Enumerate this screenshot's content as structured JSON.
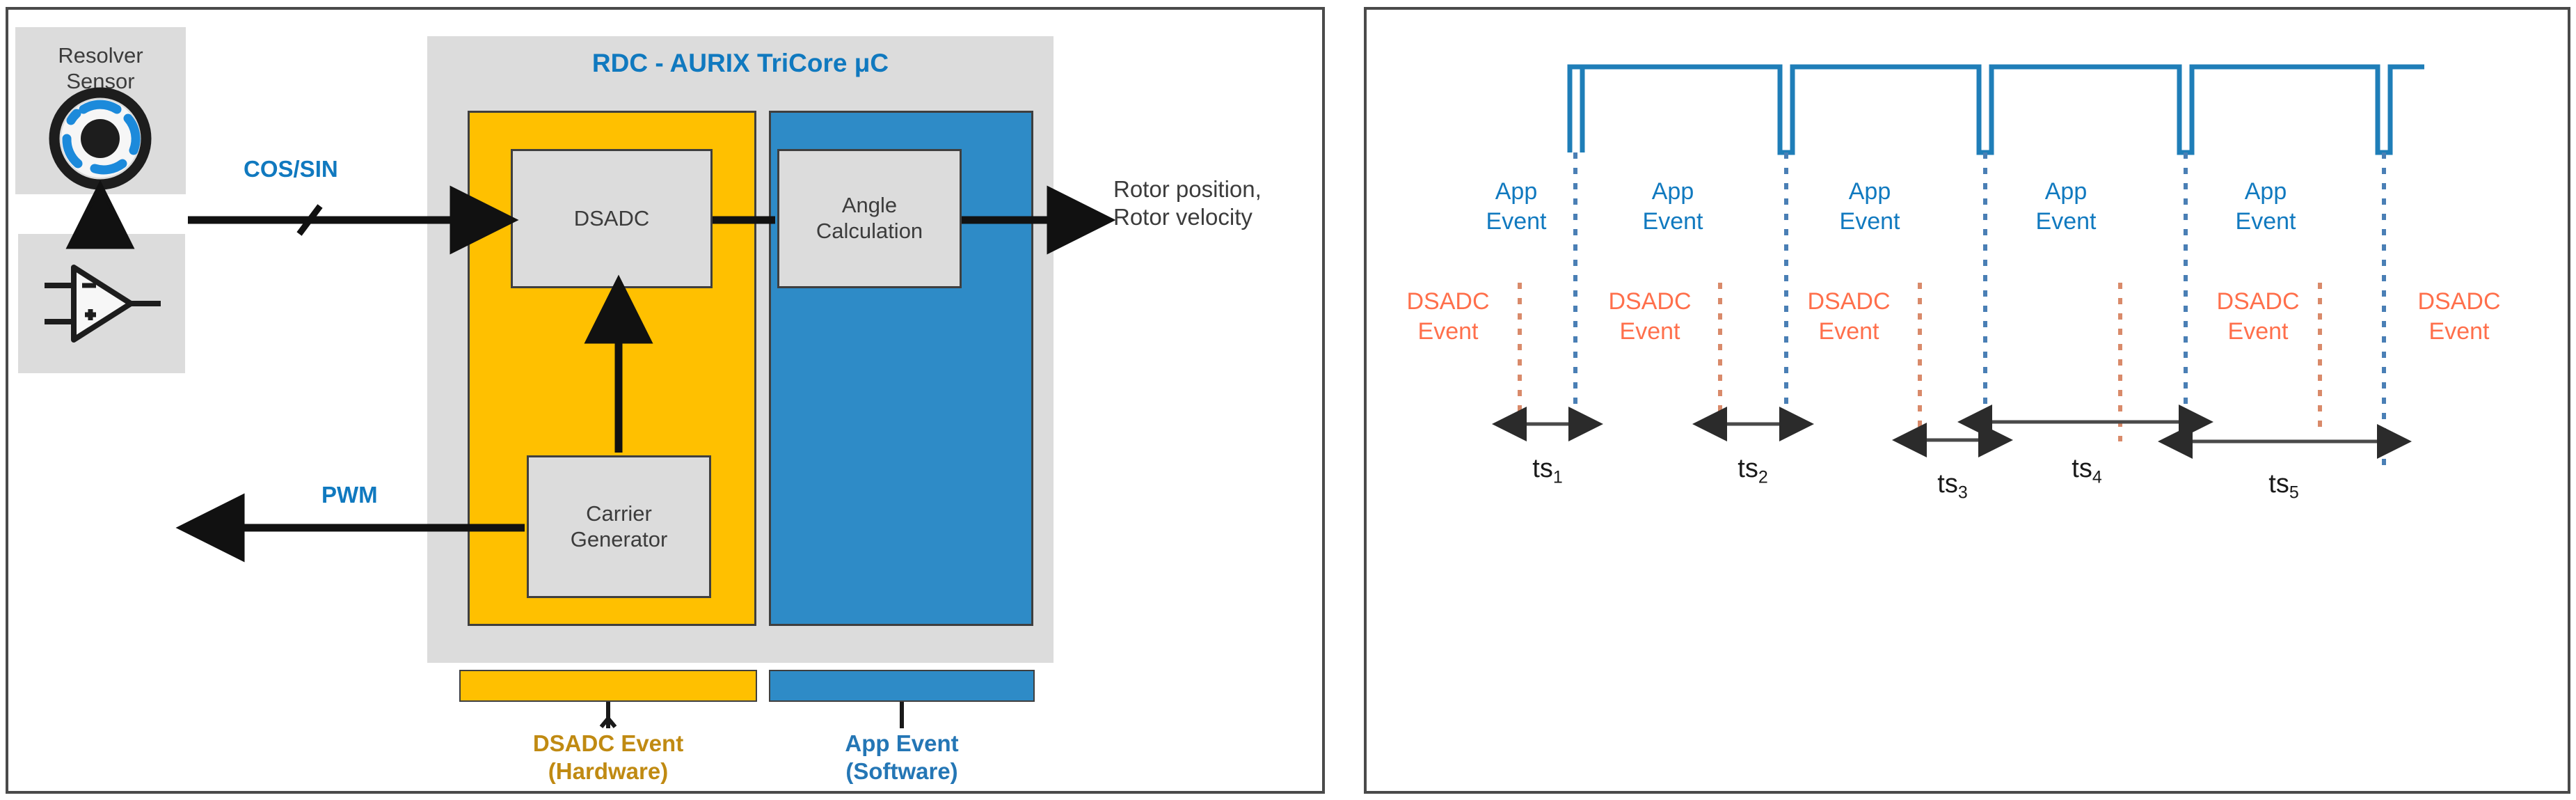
{
  "left_panel": {
    "container_title": "RDC - AURIX TriCore μC",
    "sensor": {
      "label_line1": "Resolver",
      "label_line2": "Sensor",
      "icon": "resolver-ring-icon"
    },
    "amplifier": {
      "icon": "op-amp-triangle-icon"
    },
    "blocks": {
      "dsadc": "DSADC",
      "carrier_generator_line1": "Carrier",
      "carrier_generator_line2": "Generator",
      "angle_calculation_line1": "Angle",
      "angle_calculation_line2": "Calculation"
    },
    "signals": {
      "cos_sin": "COS/SIN",
      "pwm": "PWM",
      "output_line1": "Rotor position,",
      "output_line2": "Rotor velocity"
    },
    "legend": [
      {
        "title": "DSADC Event",
        "subtitle": "(Hardware)",
        "color": "#FFC000",
        "text_color": "#C08A12"
      },
      {
        "title": "App Event",
        "subtitle": "(Software)",
        "color": "#2E8BC7",
        "text_color": "#2476B5"
      }
    ]
  },
  "right_panel": {
    "app_event_label_line1": "App",
    "app_event_label_line2": "Event",
    "dsadc_event_label_line1": "DSADC",
    "dsadc_event_label_line2": "Event",
    "app_event_count": 5,
    "dsadc_event_count": 5,
    "waveform_color": "#1F7EB8",
    "app_marker_color": "#4A7FB5",
    "dsadc_marker_color": "#D98A6A",
    "timing_measurements": [
      {
        "name": "ts",
        "index": "1"
      },
      {
        "name": "ts",
        "index": "2"
      },
      {
        "name": "ts",
        "index": "3"
      },
      {
        "name": "ts",
        "index": "4"
      },
      {
        "name": "ts",
        "index": "5"
      }
    ]
  },
  "chart_data": {
    "type": "line",
    "title": "",
    "xlabel": "",
    "ylabel": "",
    "description": "Digital timing waveform with five narrow low-going notches; blue dotted markers mark App Events, orange dotted markers mark DSADC Events.",
    "waveform_level_high": 1,
    "waveform_level_low": 0,
    "app_event_positions": [
      2278,
      2566,
      2853,
      3141,
      3429
    ],
    "dsadc_event_positions": [
      2199,
      2487,
      2775,
      3063,
      3351
    ],
    "measurement_spans": [
      {
        "label": "ts1",
        "from": 2199,
        "to": 2278
      },
      {
        "label": "ts2",
        "from": 2487,
        "to": 2566
      },
      {
        "label": "ts3",
        "from": 2775,
        "to": 2853
      },
      {
        "label": "ts4",
        "from": 2853,
        "to": 3141
      },
      {
        "label": "ts5",
        "from": 3141,
        "to": 3429
      }
    ]
  }
}
